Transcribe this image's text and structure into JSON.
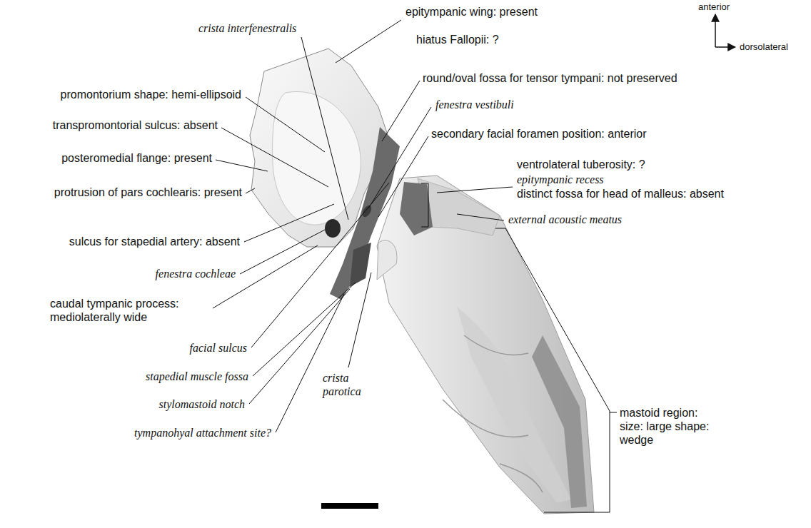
{
  "diagram": {
    "labels": [
      "epitympanic wing: present",
      "crista interfenestralis",
      "hiatus Fallopii: ?",
      "anterior",
      "dorsolateral",
      "round/oval fossa for tensor tympani: not preserved",
      "fenestra vestibuli",
      "promontorium shape: hemi-ellipsoid",
      "transpromontorial sulcus: absent",
      "secondary facial foramen position: anterior",
      "posteromedial flange: present",
      "ventrolateral tuberosity: ?",
      "protrusion of pars cochlearis: present",
      "epitympanic recess",
      "distinct fossa for head of malleus: absent",
      "external acoustic meatus",
      "sulcus for stapedial artery: absent",
      "fenestra cochleae",
      "caudal tympanic process: mediolaterally wide",
      "facial sulcus",
      "stylomastoid notch",
      "stapedial muscle fossa",
      "crista parotica",
      "tympanohyal attachment site?",
      "mastoid region: size: large shape: wedge"
    ]
  }
}
